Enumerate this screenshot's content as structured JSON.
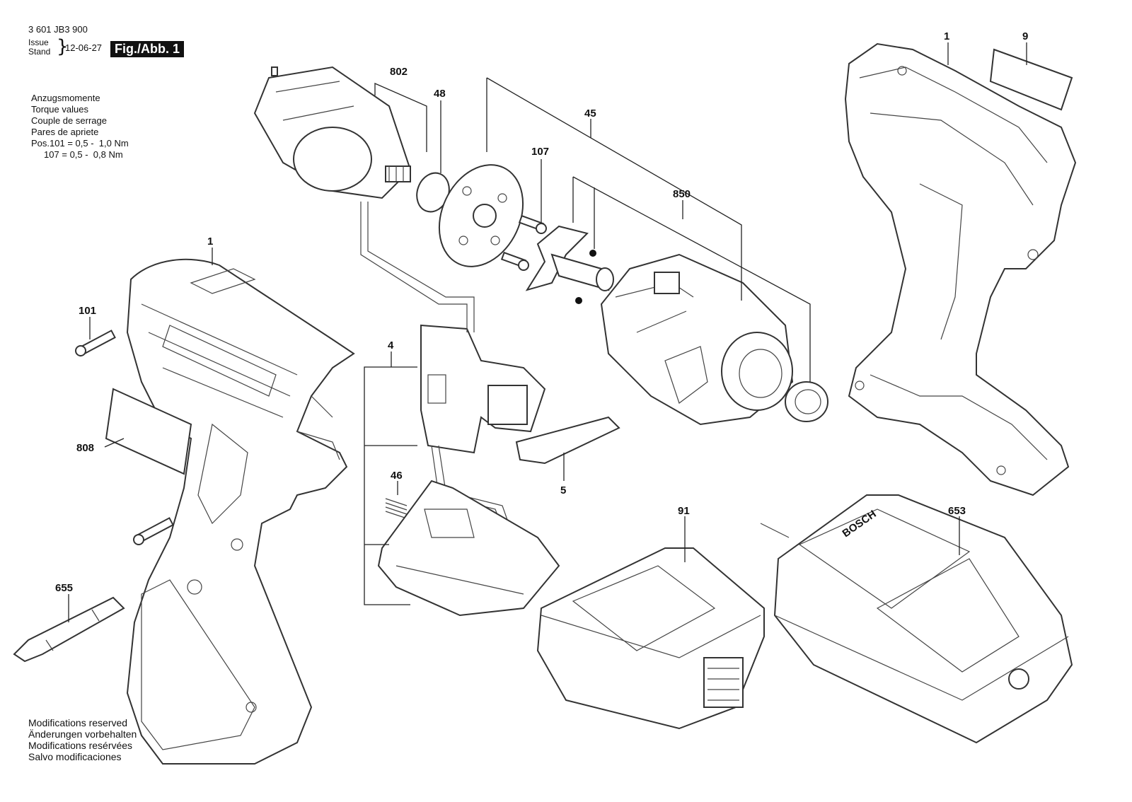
{
  "header": {
    "part_number": "3 601 JB3 900",
    "issue_label": "Issue",
    "stand_label": "Stand",
    "date": "12-06-27",
    "figure": "Fig./Abb. 1"
  },
  "torque_notes": {
    "lines": [
      "Anzugsmomente",
      "Torque values",
      "Couple de serrage",
      "Pares de apriete",
      "Pos.101 = 0,5 -  1,0 Nm",
      "     107 = 0,5 -  0,8 Nm"
    ]
  },
  "footer": {
    "lines": [
      "Modifications reserved",
      "Änderungen vorbehalten",
      "Modifications resérvées",
      "Salvo modificaciones"
    ]
  },
  "callouts": {
    "c1_left": "1",
    "c1_right": "1",
    "c4": "4",
    "c5": "5",
    "c9": "9",
    "c45": "45",
    "c46": "46",
    "c48": "48",
    "c91": "91",
    "c101": "101",
    "c107": "107",
    "c653": "653",
    "c655": "655",
    "c802": "802",
    "c808": "808",
    "c850": "850"
  },
  "logo_text": "BOSCH"
}
